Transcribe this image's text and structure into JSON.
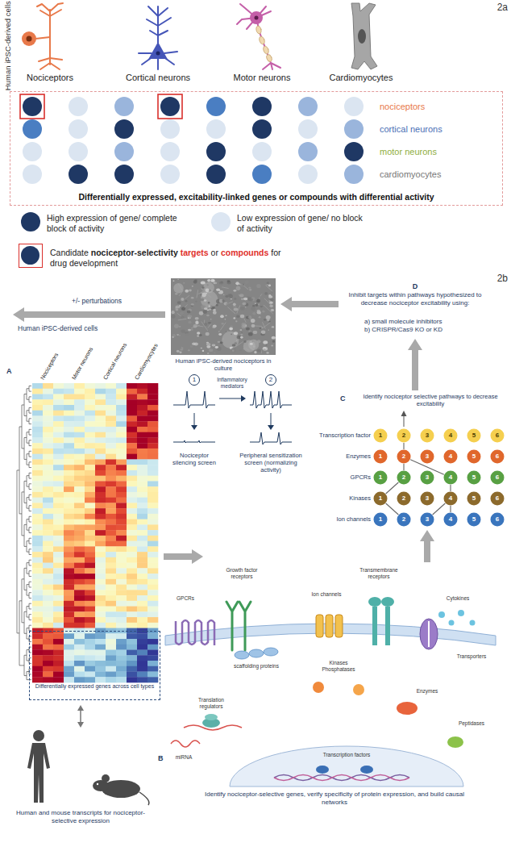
{
  "diagram": {
    "nodes": [
      {
        "text": [
          "nociceptors",
          "cortical neurons",
          "motor neurons",
          "cardiomyocytes",
          "Differentially expressed, excitability-linked genes or compounds with differential activity"
        ]
      },
      {
        "text": [
          "1"
        ]
      },
      {
        "text": [
          "2"
        ]
      },
      {
        "text": [
          "1"
        ]
      },
      {
        "text": [
          "2"
        ]
      },
      {
        "text": [
          "3"
        ]
      },
      {
        "text": [
          "4"
        ]
      },
      {
        "text": [
          "5"
        ]
      },
      {
        "text": [
          "6"
        ]
      },
      {
        "text": [
          "1"
        ]
      },
      {
        "text": [
          "2"
        ]
      },
      {
        "text": [
          "3"
        ]
      },
      {
        "text": [
          "4"
        ]
      },
      {
        "text": [
          "5"
        ]
      },
      {
        "text": [
          "6"
        ]
      },
      {
        "text": [
          "1"
        ]
      },
      {
        "text": [
          "2"
        ]
      },
      {
        "text": [
          "3"
        ]
      },
      {
        "text": [
          "4"
        ]
      },
      {
        "text": [
          "5"
        ]
      },
      {
        "text": [
          "6"
        ]
      },
      {
        "text": [
          "1"
        ]
      },
      {
        "text": [
          "2"
        ]
      },
      {
        "text": [
          "3"
        ]
      },
      {
        "text": [
          "4"
        ]
      },
      {
        "text": [
          "5"
        ]
      },
      {
        "text": [
          "6"
        ]
      },
      {
        "text": [
          "1"
        ]
      },
      {
        "text": [
          "2"
        ]
      },
      {
        "text": [
          "3"
        ]
      },
      {
        "text": [
          "4"
        ]
      },
      {
        "text": [
          "5"
        ]
      },
      {
        "text": [
          "6"
        ]
      },
      {
        "text": [
          "Differentially expressed genes across cell types"
        ]
      }
    ],
    "edges": [
      {
        "from": 4,
        "to": 10,
        "arrow": "none"
      },
      {
        "from": 10,
        "to": 16,
        "arrow": "none"
      },
      {
        "from": 10,
        "to": 18,
        "arrow": "none"
      },
      {
        "from": 16,
        "to": 21,
        "arrow": "none"
      },
      {
        "from": 18,
        "to": 24,
        "arrow": "none"
      },
      {
        "from": 21,
        "to": 28,
        "arrow": "none"
      },
      {
        "from": 24,
        "to": 29,
        "arrow": "none"
      },
      {
        "from": 24,
        "to": 30,
        "arrow": "none"
      }
    ],
    "labels": [
      "2a",
      "Human iPSC-derived cells",
      "Nociceptors",
      "Cortical neurons",
      "Motor neurons",
      "Cardiomyocytes",
      "2b",
      "+/- perturbations",
      "D",
      "Inhibit targets within pathways hypothesized to decrease nociceptor excitability using:",
      "a) small molecule inhibitors",
      "b) CRISPR/Cas9 KO or KD",
      "Human iPSC-derived cells",
      "A",
      "Nociceptors",
      "Motor neurons",
      "Cortical neurons",
      "Cardiomyocytes",
      "Human iPSC-derived nociceptors in culture",
      "Inflammatory mediators",
      "Nociceptor silencing screen",
      "Peripheral sensitization screen (normalizing activity)",
      "C",
      "Identify nociceptor selective pathways to decrease excitability",
      "Transcription factor",
      "Enzymes",
      "GPCRs",
      "Kinases",
      "Ion channels",
      "Growth factor receptors",
      "Transmembrane receptors",
      "Ion channels",
      "GPCRs",
      "Cytokines",
      "Transporters",
      "scaffolding proteins",
      "Kinases Phosphatases",
      "Enzymes",
      "Translation regulators",
      "Peptidases",
      "Transcription factors",
      "miRNA",
      "B",
      "Identify nociceptor-selective genes, verify specificity of protein expression, and build causal networks",
      "Human and mouse transcripts for nociceptor-selective expression"
    ],
    "legend": [
      {
        "text": "High expression of gene/ complete block of activity",
        "color": "#1f3864"
      },
      {
        "text": "Low expression of gene/ no block of activity",
        "color": "#dce6f2"
      },
      {
        "text": "Candidate nociceptor-selectivity targets or compounds for drug development"
      }
    ]
  }
}
